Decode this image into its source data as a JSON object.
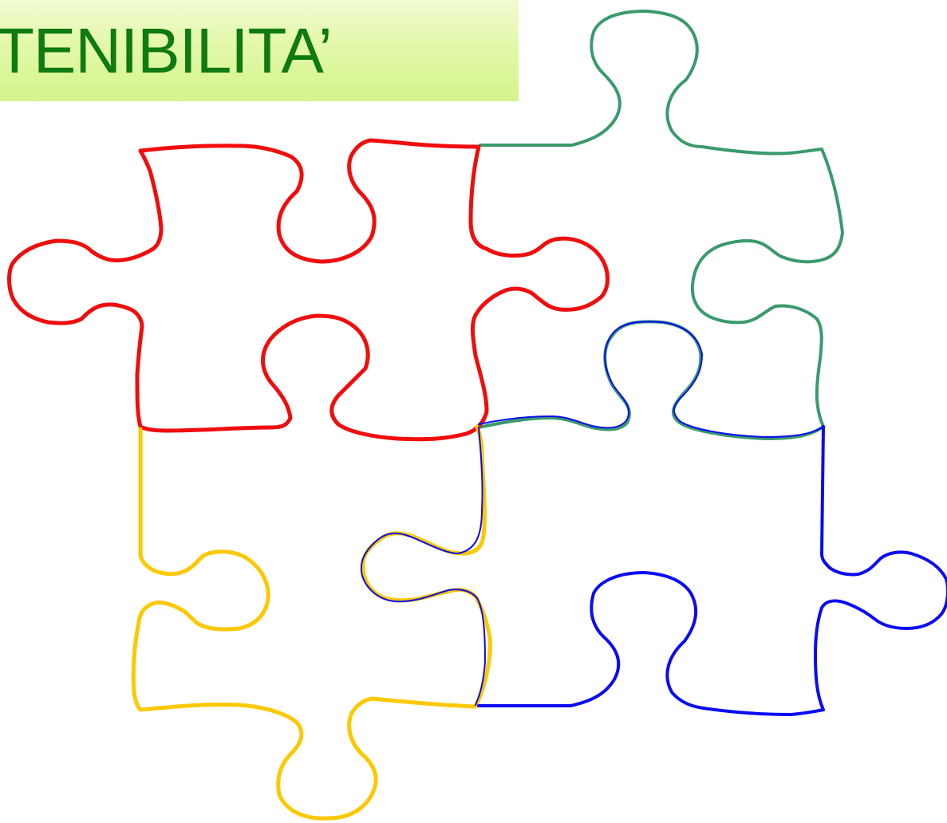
{
  "slide": {
    "title": "TENIBILITA’"
  },
  "pieces": [
    {
      "name": "green",
      "color": "#3a9a6c"
    },
    {
      "name": "red",
      "color": "#f00d0d"
    },
    {
      "name": "yellow",
      "color": "#fcc800"
    },
    {
      "name": "blue",
      "color": "#0b0bf2"
    }
  ]
}
